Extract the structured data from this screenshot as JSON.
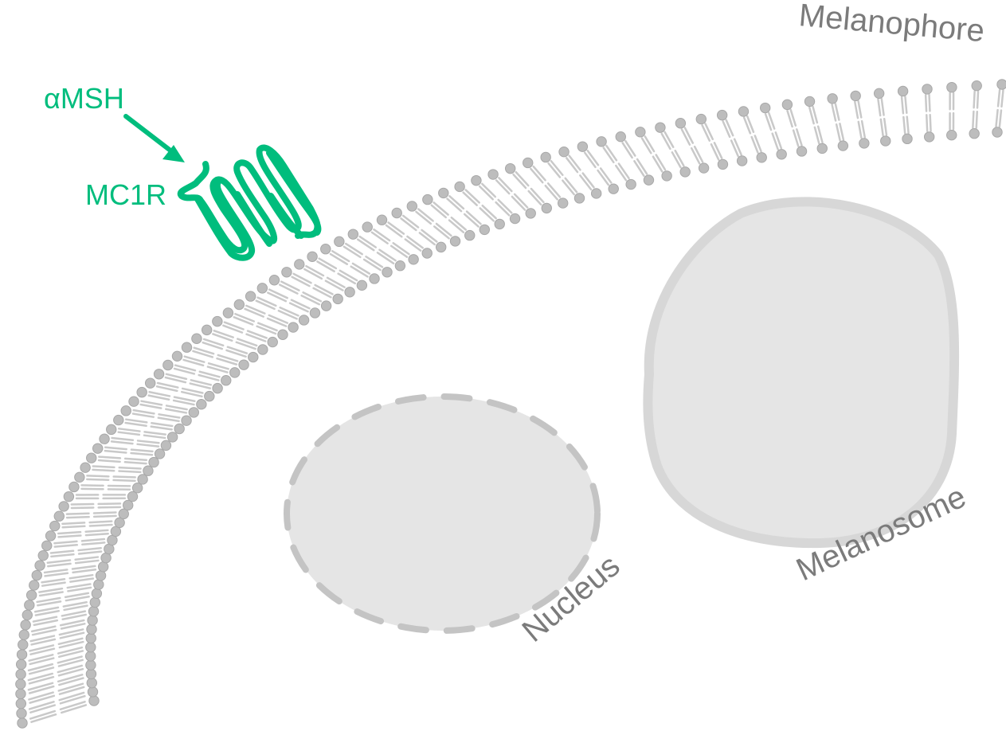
{
  "diagram": {
    "labels": {
      "cell": "Melanophore",
      "ligand": "αMSH",
      "receptor": "MC1R",
      "nucleus": "Nucleus",
      "organelle": "Melanosome"
    },
    "colors": {
      "membrane_head": "#bdbdbd",
      "membrane_head_stroke": "#a8a8a8",
      "membrane_tail": "#c9c9c9",
      "organelle_fill": "#e5e5e5",
      "organelle_border": "#d7d7d7",
      "nucleus_dash": "#c4c4c4",
      "receptor": "#00bd7d",
      "label_gray": "#7b7b7b"
    },
    "icons": {
      "ligand_arrow": "arrow-down-right-icon"
    }
  }
}
